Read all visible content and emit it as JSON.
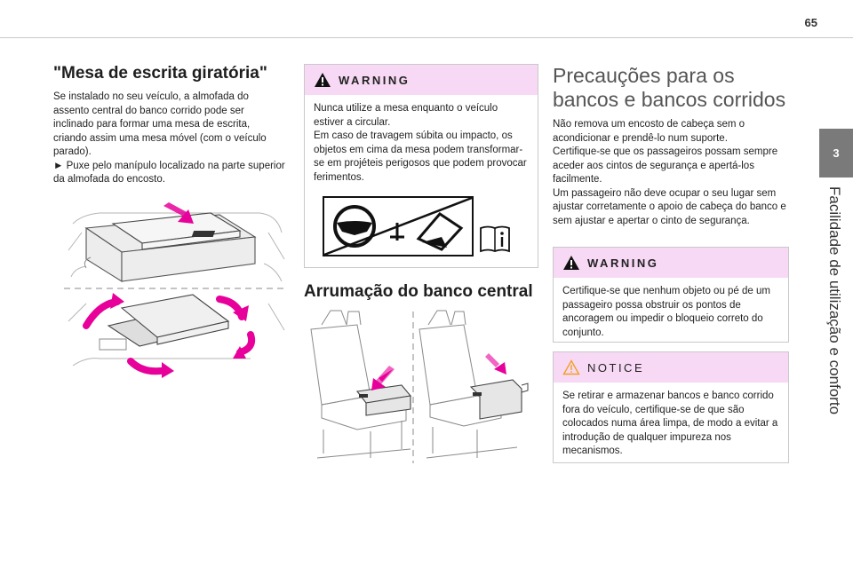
{
  "page": {
    "number": "65"
  },
  "sidebar": {
    "tab_number": "3",
    "chapter_title": "Facilidade de utilização e conforto"
  },
  "col1": {
    "heading": "\"Mesa de escrita giratória\"",
    "paragraphs": [
      "Se instalado no seu veículo, a almofada do assento central do banco corrido pode ser inclinado para formar uma mesa de escrita, criando assim uma mesa móvel (com o veículo parado).",
      "► Puxe pelo manípulo localizado na parte superior da almofada do encosto."
    ]
  },
  "col2": {
    "warning": {
      "label": "WARNING",
      "paragraphs": [
        "Nunca utilize a mesa enquanto o veículo estiver a circular.",
        "Em caso de travagem súbita ou impacto, os objetos em cima da mesa podem transformar-se em projéteis perigosos que podem provocar ferimentos."
      ]
    },
    "heading": "Arrumação do banco central"
  },
  "col3": {
    "heading": "Precauções para os bancos e bancos corridos",
    "paragraphs": [
      "Não remova um encosto de cabeça sem o acondicionar e prendê-lo num suporte.",
      "Certifique-se que os passageiros possam sempre aceder aos cintos de segurança e apertá-los facilmente.",
      "Um passageiro não deve ocupar o seu lugar sem ajustar corretamente o apoio de cabeça do banco e sem ajustar e apertar o cinto de segurança."
    ],
    "warning": {
      "label": "WARNING",
      "text": "Certifique-se que nenhum objeto ou pé de um passageiro possa obstruir os pontos de ancoragem ou impedir o bloqueio correto do conjunto."
    },
    "notice": {
      "label": "NOTICE",
      "text": "Se retirar e armazenar bancos e banco corrido fora do veículo, certifique-se de que são colocados numa área limpa, de modo a evitar a introdução de qualquer impureza nos mecanismos."
    }
  },
  "colors": {
    "accent_pink": "#e8009a",
    "box_header": "#f7d9f5",
    "tab_gray": "#7a7a7a",
    "notice_orange": "#f0a020"
  },
  "icons": [
    "warning-triangle-icon",
    "notice-triangle-icon",
    "no-steering-wheel-table-icon",
    "manual-book-icon"
  ]
}
